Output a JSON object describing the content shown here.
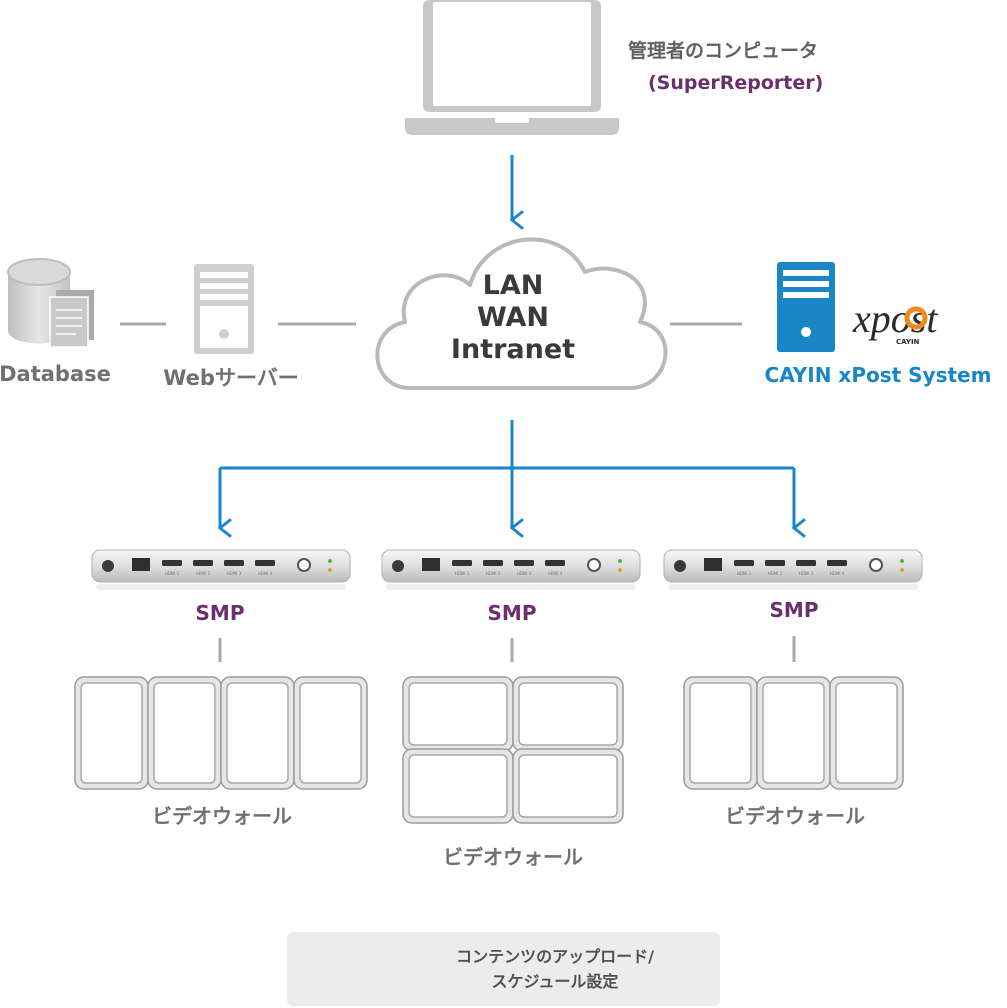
{
  "admin_pc": {
    "label": "管理者のコンピュータ",
    "app": "(SuperReporter)"
  },
  "network": {
    "lines": [
      "LAN",
      "WAN",
      "Intranet"
    ]
  },
  "database": {
    "label": "Database"
  },
  "web_server": {
    "label": "Webサーバー"
  },
  "xpost": {
    "label": "CAYIN xPost System",
    "logo_text": "xpost",
    "logo_sub": "CAYIN"
  },
  "players": [
    {
      "label": "SMP",
      "wall_label": "ビデオウォール"
    },
    {
      "label": "SMP",
      "wall_label": "ビデオウォール"
    },
    {
      "label": "SMP",
      "wall_label": "ビデオウォール"
    }
  ],
  "player_ports": [
    "HDMI 1",
    "HDMI 2",
    "HDMI 3",
    "HDMI 4"
  ],
  "legend": {
    "line1": "コンテンツのアップロード/",
    "line2": "スケジュール設定"
  },
  "colors": {
    "arrow": "#1a86c8",
    "purple": "#6a2f6c",
    "gray_text": "#707070",
    "device": "#c8c8c8"
  }
}
